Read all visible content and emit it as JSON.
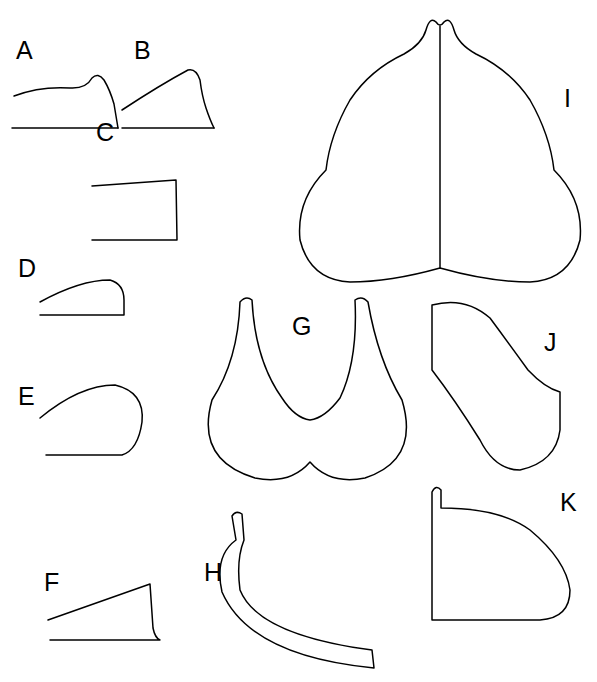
{
  "diagram": {
    "labels": [
      "A",
      "B",
      "I",
      "C",
      "D",
      "G",
      "J",
      "E",
      "K",
      "F",
      "H"
    ]
  }
}
